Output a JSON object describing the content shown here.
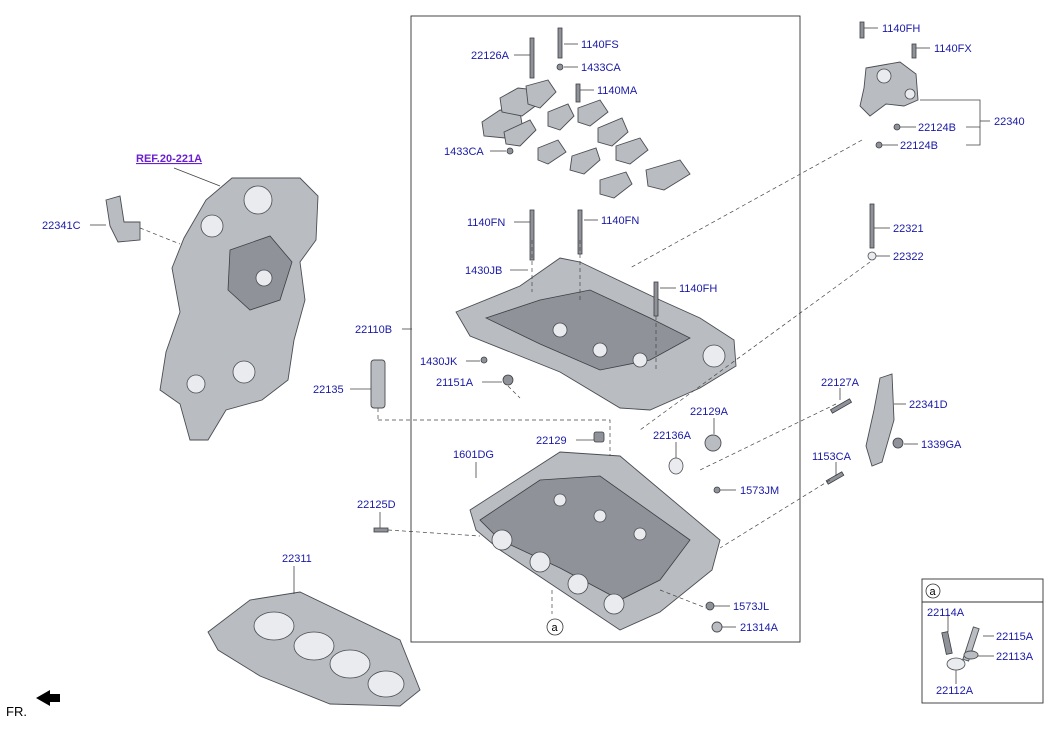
{
  "diagram": {
    "ref_label": "REF.20-221A",
    "orientation_label": "FR.",
    "callout_marker": "a",
    "part_labels": [
      "22126A",
      "1140FS",
      "1433CA",
      "1140MA",
      "1433CA",
      "1140FN",
      "1140FN",
      "1430JB",
      "1140FH",
      "22110B",
      "1430JK",
      "21151A",
      "22135",
      "22129A",
      "22136A",
      "22129",
      "1601DG",
      "22125D",
      "22311",
      "1573JM",
      "1573JL",
      "21314A",
      "22341C",
      "1140FH",
      "1140FX",
      "22124B",
      "22124B",
      "22340",
      "22321",
      "22322",
      "22127A",
      "22341D",
      "1153CA",
      "1339GA",
      "22114A",
      "22115A",
      "22113A",
      "22112A"
    ],
    "detail_box_title": "a"
  }
}
